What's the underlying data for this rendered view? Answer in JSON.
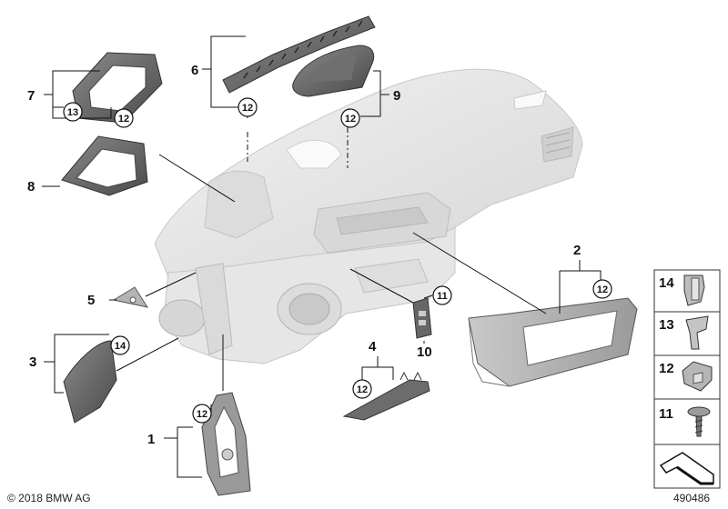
{
  "callouts": {
    "c1": "1",
    "c2": "2",
    "c3": "3",
    "c4": "4",
    "c5": "5",
    "c6": "6",
    "c7": "7",
    "c8": "8",
    "c9": "9",
    "c10": "10"
  },
  "circles": {
    "k6": "12",
    "k7a": "13",
    "k7b": "12",
    "k9": "12",
    "k3": "14",
    "k1": "12",
    "k4": "12",
    "k10": "11",
    "k2": "12"
  },
  "legend": [
    {
      "num": "14",
      "icon": "clip-nut-icon"
    },
    {
      "num": "13",
      "icon": "spring-clip-icon"
    },
    {
      "num": "12",
      "icon": "expanding-clip-icon"
    },
    {
      "num": "11",
      "icon": "screw-icon"
    },
    {
      "num": "",
      "icon": "wedge-marker-icon"
    }
  ],
  "footer": {
    "copyright": "© 2018 BMW AG",
    "diagram_id": "490486"
  }
}
